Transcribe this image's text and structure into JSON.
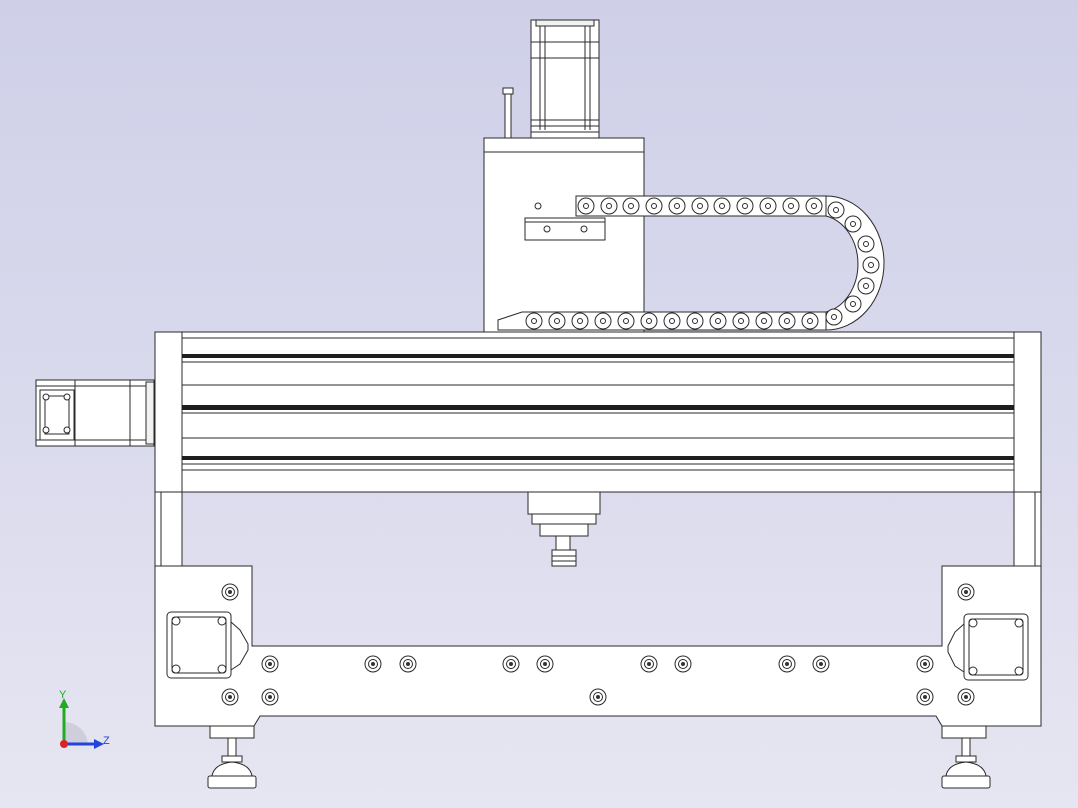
{
  "viewport": {
    "background_top": "#cfd0e8",
    "background_bottom": "#e6e6f2",
    "model": "cnc-router-gantry",
    "view": "front"
  },
  "triad": {
    "y_label": "Y",
    "z_label": "Z",
    "y_color": "#22aa22",
    "z_color": "#2244dd",
    "x_color": "#dd2222"
  }
}
